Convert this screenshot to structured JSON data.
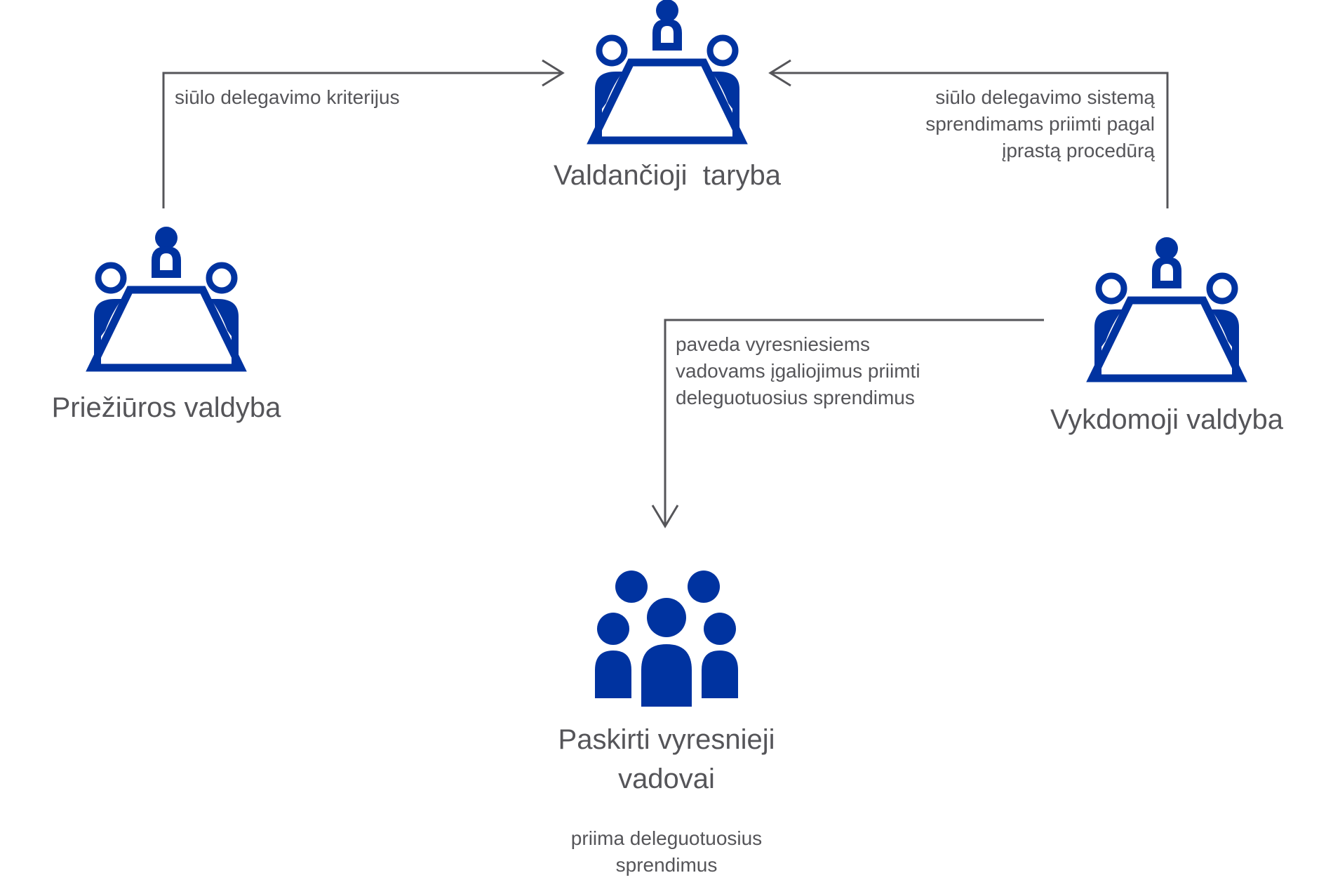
{
  "colors": {
    "accent": "#0033A0",
    "text": "#555559",
    "connector": "#555559"
  },
  "nodes": {
    "governing_council": {
      "title": "Valdančioji  taryba",
      "icon": "meeting-table-icon"
    },
    "supervisory_board": {
      "title": "Priežiūros valdyba",
      "icon": "meeting-table-icon"
    },
    "executive_board": {
      "title": "Vykdomoji valdyba",
      "icon": "meeting-table-icon"
    },
    "senior_managers": {
      "title_lines": [
        "Paskirti vyresnieji",
        "vadovai"
      ],
      "icon": "people-group-icon",
      "note_lines": [
        "priima deleguotuosius",
        "sprendimus"
      ]
    }
  },
  "edges": {
    "supervisory_to_council": {
      "label": "siūlo delegavimo kriterijus"
    },
    "executive_to_council": {
      "label_lines": [
        "siūlo delegavimo sistemą",
        "sprendimams priimti pagal",
        "įprastą procedūrą"
      ]
    },
    "executive_to_managers": {
      "label_lines": [
        "paveda vyresniesiems",
        "vadovams įgaliojimus priimti",
        "deleguotuosius sprendimus"
      ]
    }
  }
}
